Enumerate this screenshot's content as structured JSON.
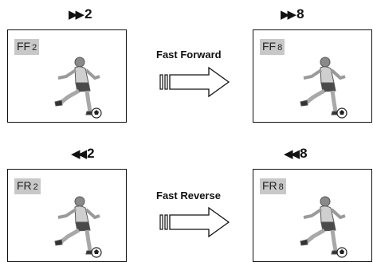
{
  "panels": {
    "ff2": {
      "speed": "2",
      "osd_text": "FF",
      "osd_speed": "2"
    },
    "ff8": {
      "speed": "8",
      "osd_text": "FF",
      "osd_speed": "8"
    },
    "fr2": {
      "speed": "2",
      "osd_text": "FR",
      "osd_speed": "2"
    },
    "fr8": {
      "speed": "8",
      "osd_text": "FR",
      "osd_speed": "8"
    }
  },
  "captions": {
    "forward": "Fast Forward",
    "reverse": "Fast Reverse"
  },
  "icons": {
    "forward": "fast-forward-icon",
    "reverse": "fast-reverse-icon",
    "arrow": "right-arrow-icon"
  },
  "colors": {
    "osd_background": "#c8c8c8",
    "line": "#111111"
  }
}
